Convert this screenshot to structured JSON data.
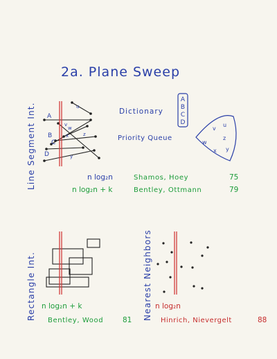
{
  "title": "2a. Plane Sweep",
  "line_segment": {
    "section_label": "Line Segment Int.",
    "point_labels": [
      "A",
      "B",
      "C",
      "D",
      "u",
      "v",
      "w",
      "x",
      "y",
      "z"
    ],
    "dictionary_label": "Dictionary",
    "dictionary_items": [
      "A",
      "B",
      "C",
      "D"
    ],
    "priority_queue_label": "Priority Queue",
    "priority_queue_items": [
      "u",
      "v",
      "w",
      "x",
      "y",
      "z"
    ],
    "complexity_1": "n log₂n",
    "citation_1": "Shamos, Hoey",
    "year_1": "75",
    "complexity_2": "n log₂n + k",
    "citation_2": "Bentley, Ottmann",
    "year_2": "79"
  },
  "rectangle": {
    "section_label": "Rectangle Int.",
    "complexity": "n log₂n + k",
    "citation": "Bentley, Wood",
    "year": "81"
  },
  "nearest": {
    "section_label": "Nearest Neighbors",
    "complexity": "n log₂n",
    "citation": "Hinrich, Nievergelt",
    "year": "88"
  },
  "colors": {
    "blue_ink": "#2a3fa8",
    "green_ink": "#1c9c3a",
    "red_ink": "#c62d2d",
    "black_ink": "#222222",
    "paper": "#f7f5ee"
  }
}
